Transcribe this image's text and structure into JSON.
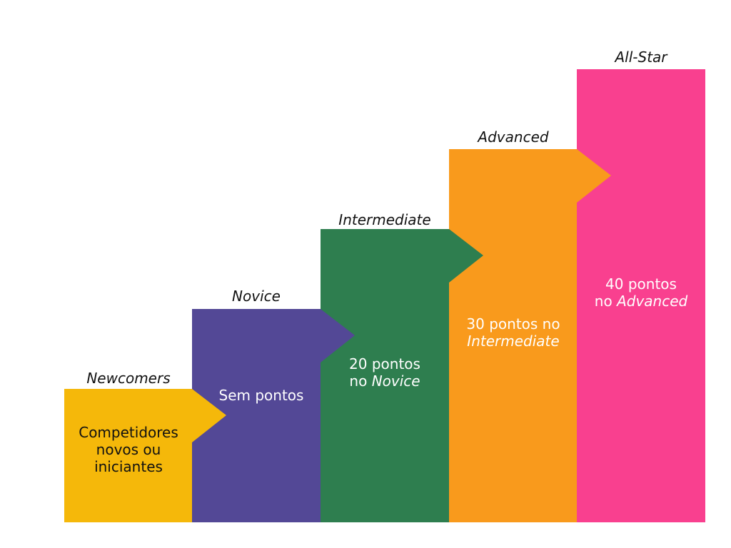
{
  "levels": [
    {
      "title": "Newcomers",
      "desc_lines": [
        [
          "Competidores"
        ],
        [
          "novos ou"
        ],
        [
          "iniciantes"
        ]
      ],
      "color": "#F5B80A",
      "text_color": "#111111"
    },
    {
      "title": "Novice",
      "desc_lines": [
        [
          "Sem pontos"
        ]
      ],
      "color": "#534896",
      "text_color": "#ffffff"
    },
    {
      "title": "Intermediate",
      "desc_lines": [
        [
          "20 pontos"
        ],
        [
          "no ",
          "Novice"
        ]
      ],
      "color": "#2E7E4F",
      "text_color": "#ffffff"
    },
    {
      "title": "Advanced",
      "desc_lines": [
        [
          "30 pontos no"
        ],
        [
          "Intermediate"
        ]
      ],
      "color": "#F99A1C",
      "text_color": "#ffffff"
    },
    {
      "title": "All-Star",
      "desc_lines": [
        [
          "40 pontos"
        ],
        [
          "no ",
          "Advanced"
        ]
      ],
      "color": "#F9408F",
      "text_color": "#ffffff"
    }
  ]
}
